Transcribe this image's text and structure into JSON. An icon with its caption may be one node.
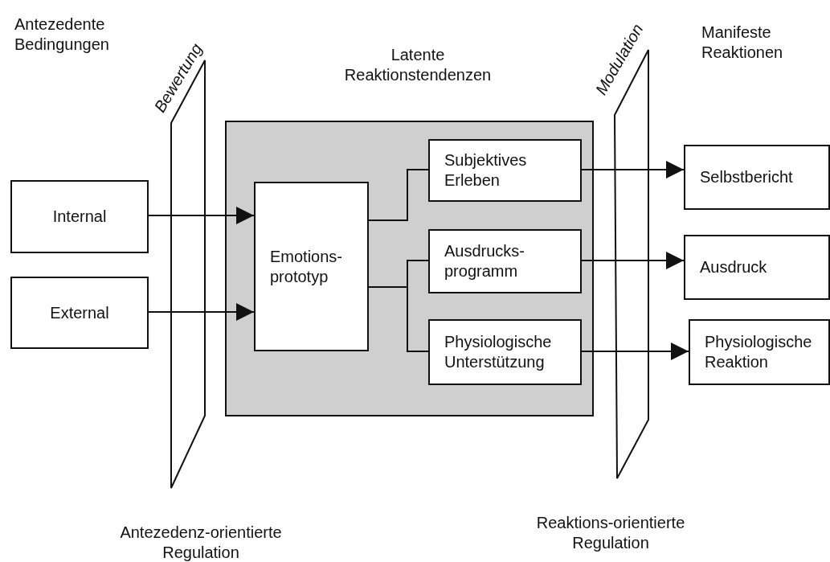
{
  "diagram": {
    "nodes": [
      {
        "text": [
          "Internal"
        ]
      },
      {
        "text": [
          "External"
        ]
      },
      {
        "text": [],
        "shape": "box"
      },
      {
        "text": [
          "Emotions- prototyp"
        ],
        "in": 2
      },
      {
        "text": [
          "Subjektives Erleben"
        ],
        "in": 2
      },
      {
        "text": [
          "Ausdrucks- programm"
        ],
        "in": 2
      },
      {
        "text": [
          "Physiologische Unterstützung"
        ],
        "in": 2
      },
      {
        "text": [
          "Selbstbericht"
        ]
      },
      {
        "text": [
          "Ausdruck"
        ]
      },
      {
        "text": [
          "Physiologische Reaktion"
        ]
      }
    ],
    "edges": [
      {
        "from": 0,
        "to": 3,
        "arrow": "to"
      },
      {
        "from": 1,
        "to": 3,
        "arrow": "to"
      },
      {
        "from": 3,
        "to": 4,
        "arrow": "none"
      },
      {
        "from": 3,
        "to": 5,
        "arrow": "none"
      },
      {
        "from": 3,
        "to": 6,
        "arrow": "none"
      },
      {
        "from": 4,
        "to": 7,
        "arrow": "to"
      },
      {
        "from": 5,
        "to": 8,
        "arrow": "to"
      },
      {
        "from": 6,
        "to": 9,
        "arrow": "to"
      }
    ],
    "labels": [
      "Antezedente Bedingungen",
      "Bewertung",
      "Latente Reaktionstendenzen",
      "Modulation",
      "Manifeste Reaktionen",
      "Antezedenz-orientierte Regulation",
      "Reaktions-orientierte Regulation"
    ]
  }
}
